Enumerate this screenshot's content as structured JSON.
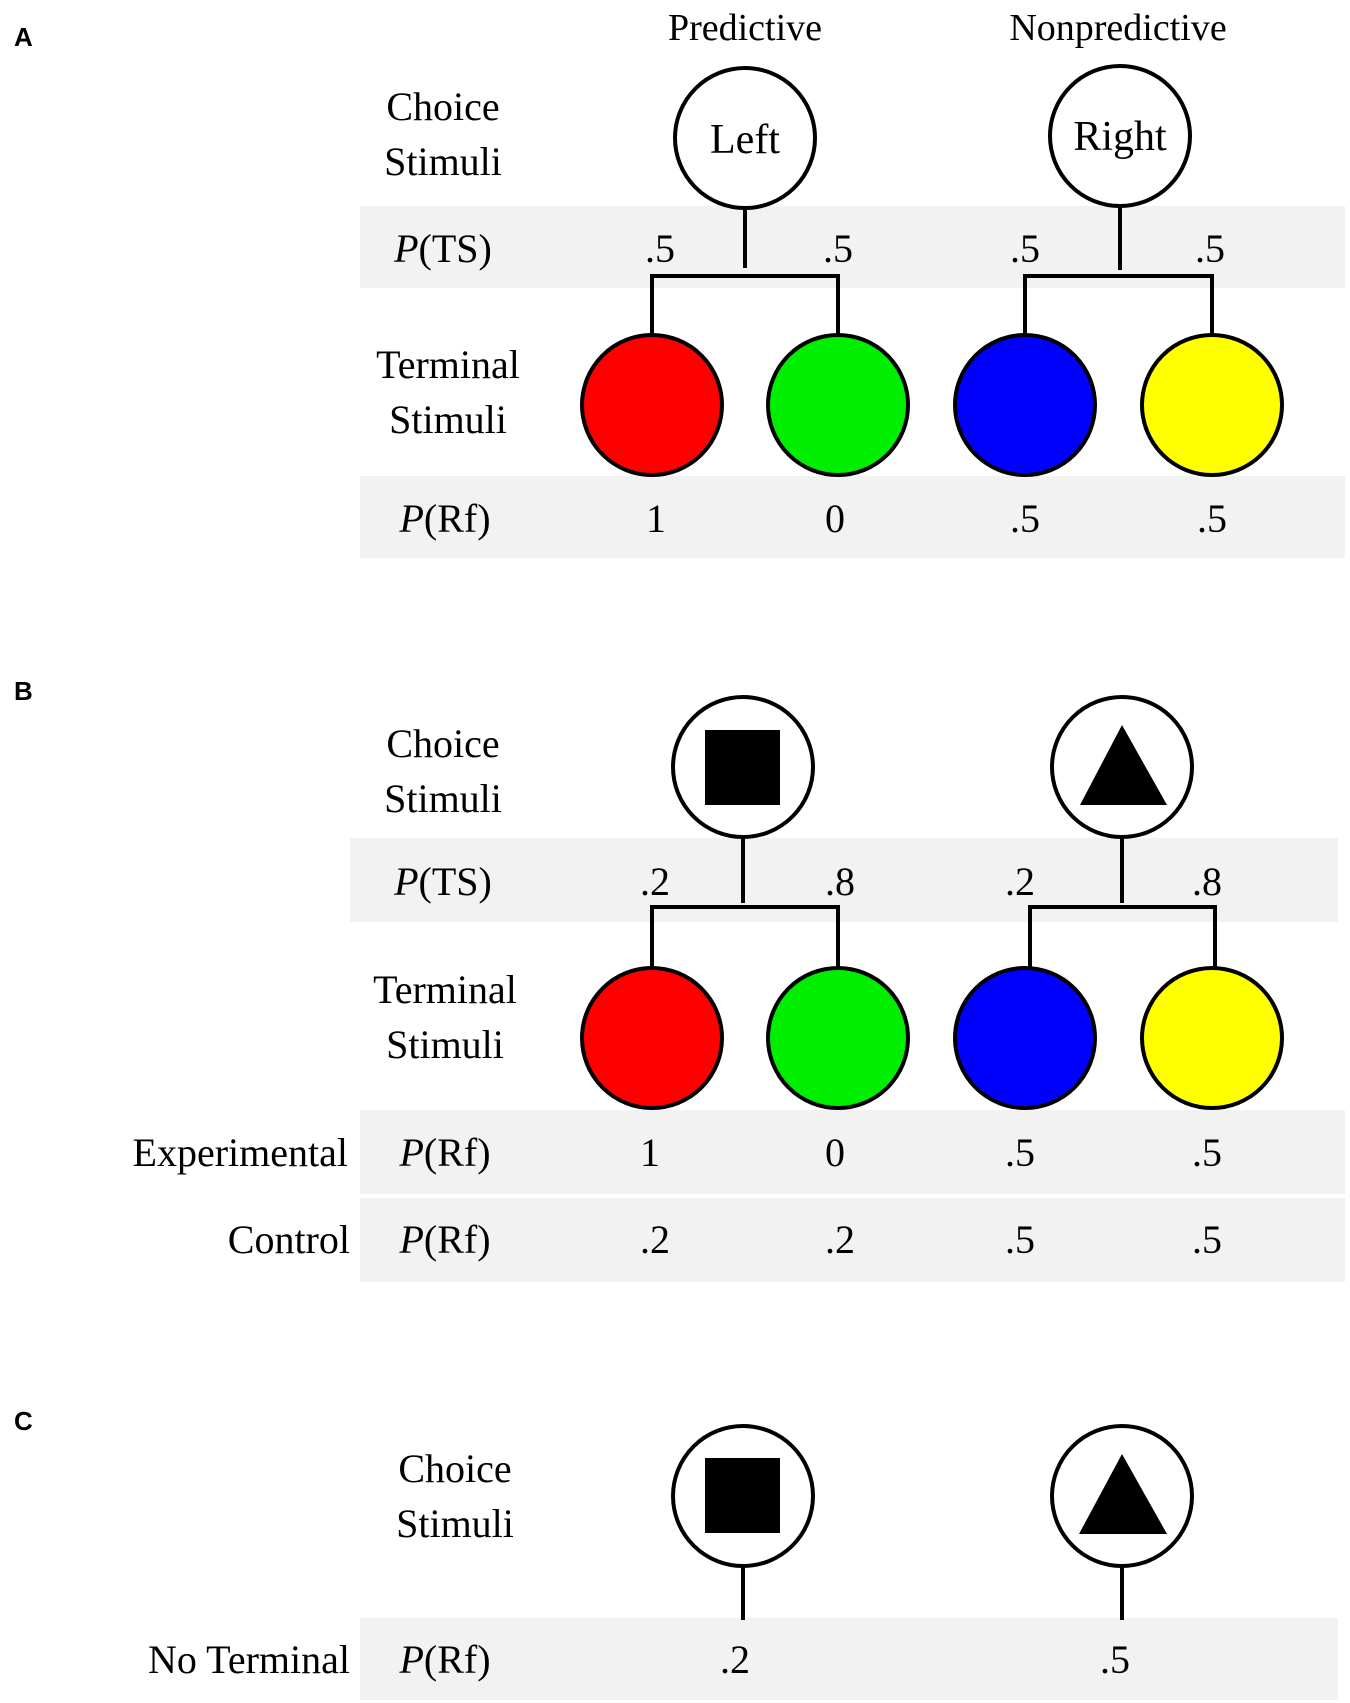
{
  "panel_a": {
    "label": "A",
    "group_labels": [
      "Predictive",
      "Nonpredictive"
    ],
    "choice_label": [
      "Choice",
      "Stimuli"
    ],
    "choice_stimuli": [
      "Left",
      "Right"
    ],
    "ts_row": {
      "p": "P",
      "rest": "(TS)",
      "values": [
        ".5",
        ".5",
        ".5",
        ".5"
      ]
    },
    "terminal_label": [
      "Terminal",
      "Stimuli"
    ],
    "terminal_colors": [
      "#ff0000",
      "#00ee00",
      "#0000ff",
      "#ffff00"
    ],
    "rf_row": {
      "p": "P",
      "rest": "(Rf)",
      "values": [
        "1",
        "0",
        ".5",
        ".5"
      ]
    }
  },
  "panel_b": {
    "label": "B",
    "choice_label": [
      "Choice",
      "Stimuli"
    ],
    "choice_icons": [
      "square-icon",
      "triangle-icon"
    ],
    "ts_row": {
      "p": "P",
      "rest": "(TS)",
      "values": [
        ".2",
        ".8",
        ".2",
        ".8"
      ]
    },
    "terminal_label": [
      "Terminal",
      "Stimuli"
    ],
    "terminal_colors": [
      "#ff0000",
      "#00ee00",
      "#0000ff",
      "#ffff00"
    ],
    "rf_experimental": {
      "group": "Experimental",
      "p": "P",
      "rest": "(Rf)",
      "values": [
        "1",
        "0",
        ".5",
        ".5"
      ]
    },
    "rf_control": {
      "group": "Control",
      "p": "P",
      "rest": "(Rf)",
      "values": [
        ".2",
        ".2",
        ".5",
        ".5"
      ]
    }
  },
  "panel_c": {
    "label": "C",
    "choice_label": [
      "Choice",
      "Stimuli"
    ],
    "choice_icons": [
      "square-icon",
      "triangle-icon"
    ],
    "rf_row": {
      "group": "No Terminal",
      "p": "P",
      "rest": "(Rf)",
      "values": [
        ".2",
        ".5"
      ]
    }
  }
}
